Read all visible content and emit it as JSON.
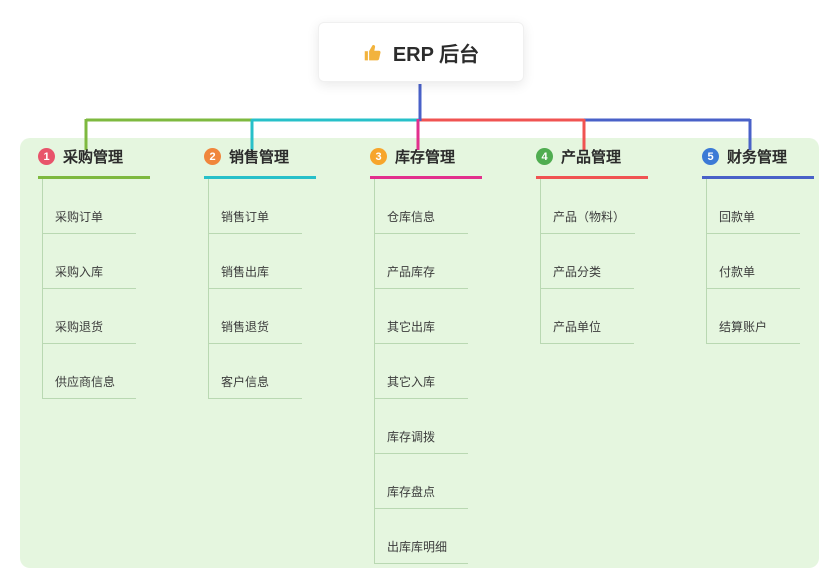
{
  "root": {
    "label": "ERP 后台",
    "icon": "thumbs-up-icon",
    "icon_color": "#f2b33d",
    "line_color": "#4961c8"
  },
  "canvas": {
    "panel_background": "#e5f6df",
    "child_line_color": "#b9d8b2"
  },
  "branches": [
    {
      "number": "1",
      "label": "采购管理",
      "circle_color": "#e8546b",
      "line_color": "#7eb93f",
      "children": [
        "采购订单",
        "采购入库",
        "采购退货",
        "供应商信息"
      ]
    },
    {
      "number": "2",
      "label": "销售管理",
      "circle_color": "#f0863c",
      "line_color": "#27c0c9",
      "children": [
        "销售订单",
        "销售出库",
        "销售退货",
        "客户信息"
      ]
    },
    {
      "number": "3",
      "label": "库存管理",
      "circle_color": "#f7a52b",
      "line_color": "#e2308d",
      "children": [
        "仓库信息",
        "产品库存",
        "其它出库",
        "其它入库",
        "库存调拨",
        "库存盘点",
        "出库库明细"
      ]
    },
    {
      "number": "4",
      "label": "产品管理",
      "circle_color": "#50ad51",
      "line_color": "#f05352",
      "children": [
        "产品（物料）",
        "产品分类",
        "产品单位"
      ]
    },
    {
      "number": "5",
      "label": "财务管理",
      "circle_color": "#3c7ad6",
      "line_color": "#4961c8",
      "children": [
        "回款单",
        "付款单",
        "结算账户"
      ]
    }
  ]
}
